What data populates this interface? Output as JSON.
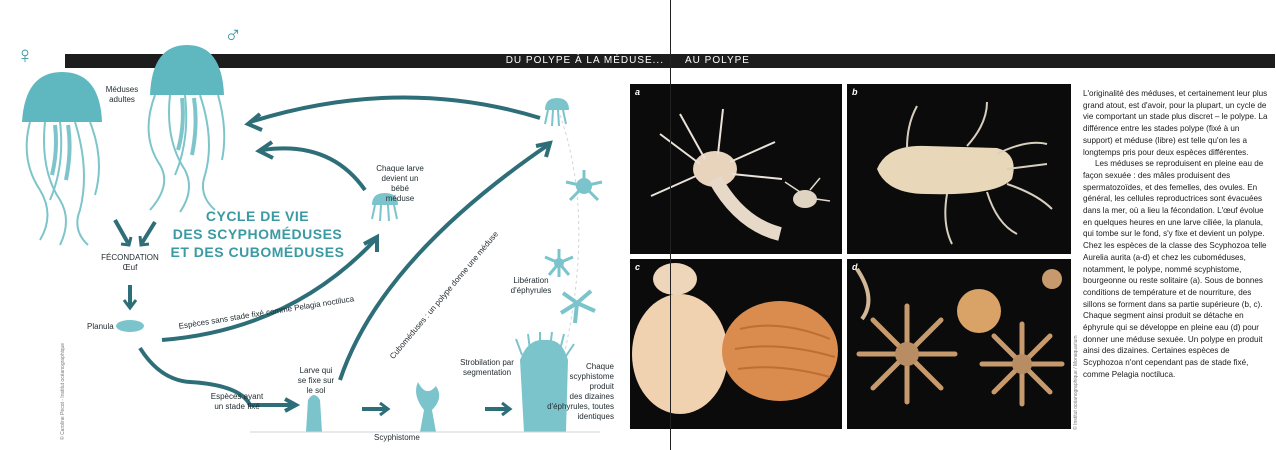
{
  "header": {
    "left_text": "DU POLYPE À LA MÉDUSE...",
    "right_text": "AU POLYPE"
  },
  "diagram": {
    "symbols": {
      "female": "♀",
      "male": "♂"
    },
    "labels": {
      "adults_1": "Méduses",
      "adults_2": "adultes",
      "fecondation": "FÉCONDATION",
      "oeuf": "Œuf",
      "planula": "Planula",
      "larva_1": "Chaque larve",
      "larva_2": "devient un bébé",
      "larva_3": "méduse",
      "title_1": "CYCLE DE VIE",
      "title_2": "DES SCYPHOMÉDUSES",
      "title_3": "ET DES CUBOMÉDUSES",
      "no_stage": "Espèces sans stade fixé comme Pelagia noctiluca",
      "cubo": "Cuboméduses : un polype donne une méduse",
      "liberation_1": "Libération",
      "liberation_2": "d'éphyrules",
      "stage_1": "Espèces ayant",
      "stage_2": "un stade fixé",
      "larve_fix_1": "Larve qui",
      "larve_fix_2": "se fixe sur",
      "larve_fix_3": "le sol",
      "strob_1": "Strobilation par",
      "strob_2": "segmentation",
      "each_1": "Chaque",
      "each_2": "scyphistome",
      "each_3": "produit",
      "each_4": "des dizaines",
      "each_5": "d'éphyrules, toutes",
      "each_6": "identiques",
      "scyphistome": "Scyphistome",
      "credit": "© Caroline Pécot - Institut océanographique"
    }
  },
  "photos": [
    {
      "letter": "a"
    },
    {
      "letter": "b"
    },
    {
      "letter": "c"
    },
    {
      "letter": "d"
    }
  ],
  "photo_credit": "© Institut océanographique / Monaquarium",
  "article": {
    "p1": "L'originalité des méduses, et certainement leur plus grand atout, est d'avoir, pour la plupart, un cycle de vie comportant un stade plus discret – le polype. La différence entre les stades polype (fixé à un support) et méduse (libre) est telle qu'on les a longtemps pris pour deux espèces différentes.",
    "p2": "Les méduses se reproduisent en pleine eau de façon sexuée : des mâles produisent des spermatozoïdes, et des femelles, des ovules. En général, les cellules reproductrices sont évacuées dans la mer, où a lieu la fécondation. L'œuf évolue en quelques heures en une larve ciliée, la planula, qui tombe sur le fond, s'y fixe et devient un polype. Chez les espèces de la classe des Scyphozoa telle Aurelia aurita (a-d) et chez les cuboméduses, notamment, le polype, nommé scyphistome, bourgeonne ou reste solitaire (a). Sous de bonnes conditions de température et de nourriture, des sillons se forment dans sa partie supérieure (b, c). Chaque segment ainsi produit se détache en éphyrule qui se développe en pleine eau (d) pour donner une méduse sexuée. Un polype en produit ainsi des dizaines. Certaines espèces de Scyphozoa n'ont cependant pas de stade fixé, comme Pelagia noctiluca."
  },
  "colors": {
    "teal": "#5fb7bf",
    "teal_dark": "#2e6e78",
    "header": "#1d1d1d",
    "title": "#3a9aa3"
  }
}
